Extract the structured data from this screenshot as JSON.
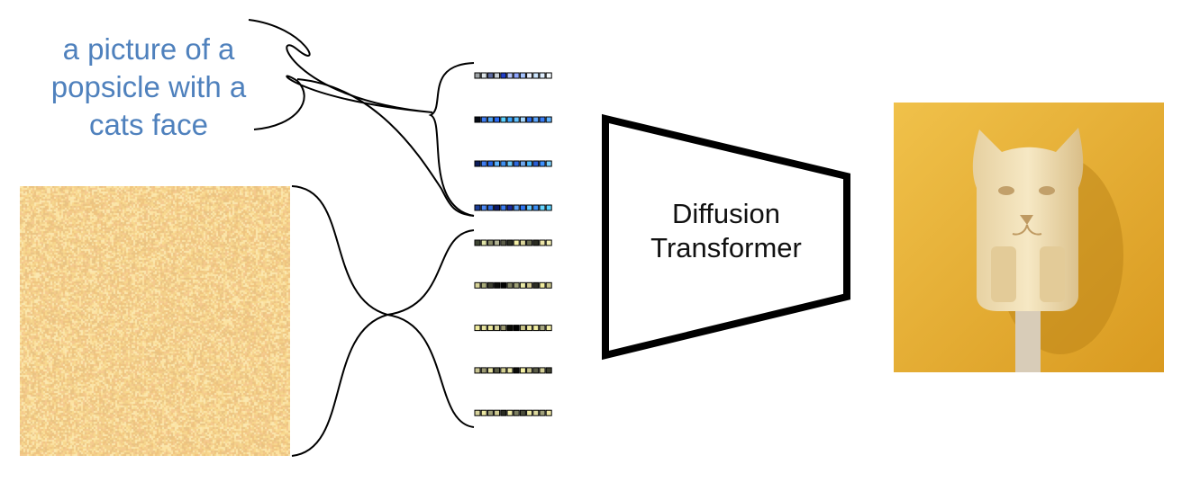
{
  "prompt": {
    "text": "a picture of a popsicle with a cats face",
    "color": "#4f81bd"
  },
  "model": {
    "label_line1": "Diffusion",
    "label_line2": "Transformer"
  },
  "text_tokens": [
    [
      "#9ea3a6",
      "#dde4e8",
      "#5c6aa0",
      "#c8d0d8",
      "#1f3ec8",
      "#b6c6ff",
      "#8fa6ff",
      "#a6c4ff",
      "#e8f0ff",
      "#cde6ff",
      "#e0efff",
      "#f5fbff"
    ],
    [
      "#050a14",
      "#3e7cf0",
      "#4fa3f5",
      "#2a6cf5",
      "#5ad0ff",
      "#3ea7ff",
      "#5fc0ff",
      "#a6d8ff",
      "#2d6ee6",
      "#5ca6ff",
      "#3a7ef5",
      "#62b4ff"
    ],
    [
      "#0a1c5c",
      "#3e7cf0",
      "#2266e8",
      "#5ab2ff",
      "#3f8ff0",
      "#6bcaff",
      "#2f6be0",
      "#6ea8f0",
      "#4ab8ff",
      "#2a60d8",
      "#3d91ff",
      "#7ad0ff"
    ],
    [
      "#1d3e96",
      "#4c89f5",
      "#2f6ce0",
      "#0a1a6c",
      "#3b7cf0",
      "#1b2c9c",
      "#5a9ff5",
      "#2e76f0",
      "#64c8ff",
      "#3b8ef5",
      "#68d6ff",
      "#5bd2ff"
    ]
  ],
  "image_tokens": [
    [
      "#3f4634",
      "#e0e3a8",
      "#8a8c68",
      "#b3b494",
      "#5a5b48",
      "#2d2f24",
      "#f4efa8",
      "#dcd79c",
      "#6a6c50",
      "#2b2d22",
      "#eee6a8",
      "#f4f0b4"
    ],
    [
      "#d8d499",
      "#a8aa7a",
      "#3c3e30",
      "#0a0b08",
      "#020302",
      "#7e8060",
      "#9ea076",
      "#eaeaa8",
      "#d0c88e",
      "#2f3026",
      "#f1ec9e",
      "#c8c48a"
    ],
    [
      "#f1ec9e",
      "#e8e4a0",
      "#eeea9e",
      "#d8d49a",
      "#9a9870",
      "#0a0a06",
      "#020202",
      "#c9c488",
      "#eee8a0",
      "#f4f0a4",
      "#a8a880",
      "#f2eea6"
    ],
    [
      "#c8c492",
      "#9c9a74",
      "#e6e2a2",
      "#5a5c44",
      "#d0cc90",
      "#ebe7a5",
      "#0c0c08",
      "#f4f0a4",
      "#c4c08a",
      "#5c5e48",
      "#d2ce96",
      "#3e4030"
    ],
    [
      "#d6d29c",
      "#ece8a4",
      "#9fa078",
      "#cfcb92",
      "#2a2c22",
      "#f0eca8",
      "#7e8062",
      "#4a4c3a",
      "#ece8a2",
      "#dedaa0",
      "#a0a07a",
      "#eee6a4"
    ]
  ],
  "noise_colors": [
    "#f8d88e",
    "#f5c98e",
    "#fce3a2",
    "#f0c47f",
    "#fbe8b0",
    "#f3d08a",
    "#e9c383"
  ],
  "output_image": {
    "background": "#e8b338",
    "popsicle": "#efdcb0",
    "stick": "#d8ccb8"
  }
}
